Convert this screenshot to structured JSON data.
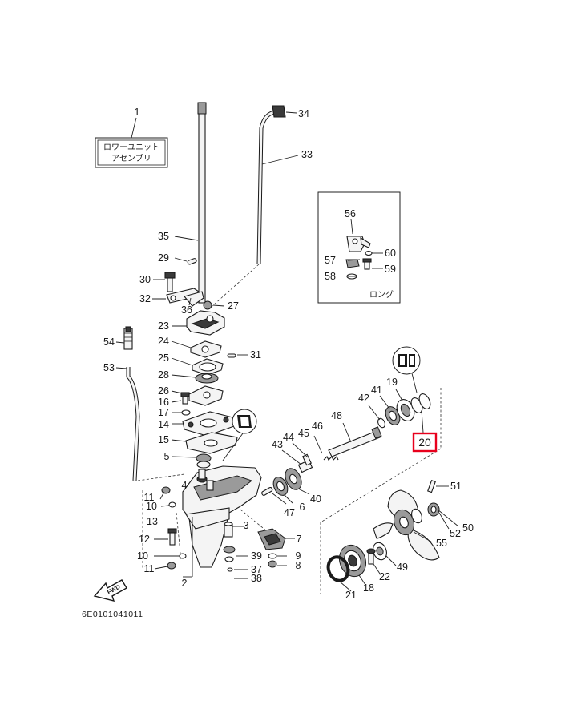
{
  "assembly_label": [
    "ロワーユニット",
    "アセンブリ"
  ],
  "inset_label": "ロング",
  "fwd_label": "FWD",
  "diagram_code": "6E0101041011",
  "highlight_color": "#e8001c",
  "callouts": {
    "p1": "1",
    "p2": "2",
    "p3": "3",
    "p4": "4",
    "p5": "5",
    "p6": "6",
    "p7": "7",
    "p8": "8",
    "p9": "9",
    "p10a": "10",
    "p10b": "10",
    "p11a": "11",
    "p11b": "11",
    "p12": "12",
    "p13": "13",
    "p14": "14",
    "p15": "15",
    "p16": "16",
    "p17": "17",
    "p18": "18",
    "p19": "19",
    "p20": "20",
    "p21": "21",
    "p22": "22",
    "p23": "23",
    "p24": "24",
    "p25": "25",
    "p26": "26",
    "p27": "27",
    "p28": "28",
    "p29": "29",
    "p30": "30",
    "p31": "31",
    "p32": "32",
    "p33": "33",
    "p34": "34",
    "p35": "35",
    "p36": "36",
    "p37": "37",
    "p38": "38",
    "p39": "39",
    "p40": "40",
    "p41": "41",
    "p42": "42",
    "p43": "43",
    "p44": "44",
    "p45": "45",
    "p46": "46",
    "p47": "47",
    "p48": "48",
    "p49": "49",
    "p50": "50",
    "p51": "51",
    "p52": "52",
    "p53": "53",
    "p54": "54",
    "p55": "55",
    "p56": "56",
    "p57": "57",
    "p58": "58",
    "p59": "59",
    "p60": "60"
  }
}
